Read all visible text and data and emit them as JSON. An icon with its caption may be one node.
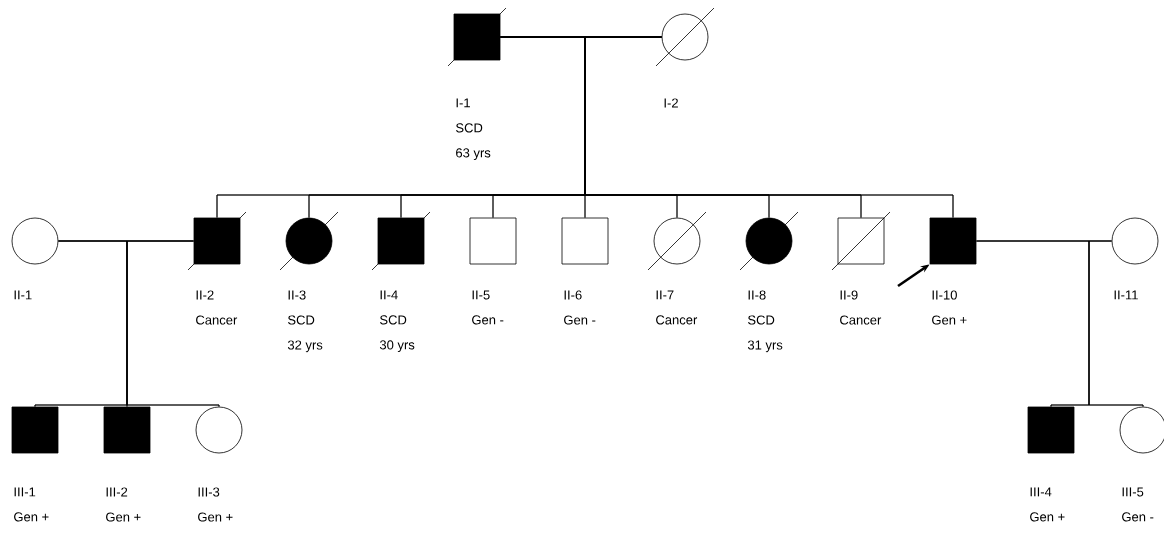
{
  "diagram": {
    "nodes": [
      {
        "text": [],
        "shape": "box",
        "beside": [
          "I-1",
          "SCD",
          "63 yrs"
        ]
      },
      {
        "text": [],
        "shape": "circle",
        "beside": [
          "I-2"
        ]
      },
      {
        "text": [],
        "shape": "circle",
        "beside": [
          "II-1"
        ]
      },
      {
        "text": [],
        "shape": "box",
        "beside": [
          "II-2",
          "Cancer"
        ]
      },
      {
        "text": [],
        "shape": "circle",
        "beside": [
          "II-3",
          "SCD",
          "32 yrs"
        ]
      },
      {
        "text": [],
        "shape": "box",
        "beside": [
          "II-4",
          "SCD",
          "30 yrs"
        ]
      },
      {
        "text": [],
        "shape": "box",
        "beside": [
          "II-5",
          "Gen -"
        ]
      },
      {
        "text": [],
        "shape": "box",
        "beside": [
          "II-6",
          "Gen -"
        ]
      },
      {
        "text": [],
        "shape": "circle",
        "beside": [
          "II-7",
          "Cancer"
        ]
      },
      {
        "text": [],
        "shape": "circle",
        "beside": [
          "II-8",
          "SCD",
          "31 yrs"
        ]
      },
      {
        "text": [],
        "shape": "box",
        "beside": [
          "II-9",
          "Cancer"
        ]
      },
      {
        "text": [],
        "shape": "box",
        "beside": [
          "II-10",
          "Gen +"
        ]
      },
      {
        "text": [],
        "shape": "circle",
        "beside": [
          "II-11"
        ]
      },
      {
        "text": [],
        "shape": "box",
        "beside": [
          "III-1",
          "Gen +"
        ]
      },
      {
        "text": [],
        "shape": "box",
        "beside": [
          "III-2",
          "Gen +"
        ]
      },
      {
        "text": [],
        "shape": "circle",
        "beside": [
          "III-3",
          "Gen +"
        ]
      },
      {
        "text": [],
        "shape": "box",
        "beside": [
          "III-4",
          "Gen +"
        ]
      },
      {
        "text": [],
        "shape": "circle",
        "beside": [
          "III-5",
          "Gen -"
        ]
      }
    ],
    "edges": [
      {
        "from": 0,
        "to": 1,
        "arrow": "none"
      },
      {
        "from": 0,
        "to": 3,
        "arrow": "none"
      },
      {
        "from": 1,
        "to": 3,
        "arrow": "none"
      },
      {
        "from": 0,
        "to": 4,
        "arrow": "none"
      },
      {
        "from": 1,
        "to": 4,
        "arrow": "none"
      },
      {
        "from": 0,
        "to": 5,
        "arrow": "none"
      },
      {
        "from": 1,
        "to": 5,
        "arrow": "none"
      },
      {
        "from": 0,
        "to": 6,
        "arrow": "none"
      },
      {
        "from": 1,
        "to": 6,
        "arrow": "none"
      },
      {
        "from": 0,
        "to": 7,
        "arrow": "none"
      },
      {
        "from": 1,
        "to": 7,
        "arrow": "none"
      },
      {
        "from": 0,
        "to": 8,
        "arrow": "none"
      },
      {
        "from": 1,
        "to": 8,
        "arrow": "none"
      },
      {
        "from": 0,
        "to": 9,
        "arrow": "none"
      },
      {
        "from": 1,
        "to": 9,
        "arrow": "none"
      },
      {
        "from": 0,
        "to": 10,
        "arrow": "none"
      },
      {
        "from": 1,
        "to": 10,
        "arrow": "none"
      },
      {
        "from": 0,
        "to": 11,
        "arrow": "none"
      },
      {
        "from": 1,
        "to": 11,
        "arrow": "none"
      },
      {
        "from": 2,
        "to": 3,
        "arrow": "none"
      },
      {
        "from": 2,
        "to": 13,
        "arrow": "none"
      },
      {
        "from": 3,
        "to": 13,
        "arrow": "none"
      },
      {
        "from": 2,
        "to": 14,
        "arrow": "none"
      },
      {
        "from": 3,
        "to": 14,
        "arrow": "none"
      },
      {
        "from": 2,
        "to": 15,
        "arrow": "none"
      },
      {
        "from": 3,
        "to": 15,
        "arrow": "none"
      },
      {
        "from": 11,
        "to": 12,
        "arrow": "none"
      },
      {
        "from": 11,
        "to": 16,
        "arrow": "none"
      },
      {
        "from": 12,
        "to": 16,
        "arrow": "none"
      },
      {
        "from": 11,
        "to": 17,
        "arrow": "none"
      },
      {
        "from": 12,
        "to": 17,
        "arrow": "none"
      },
      {
        "from": null,
        "to": 11,
        "arrow": "to",
        "style": "thick"
      }
    ]
  }
}
